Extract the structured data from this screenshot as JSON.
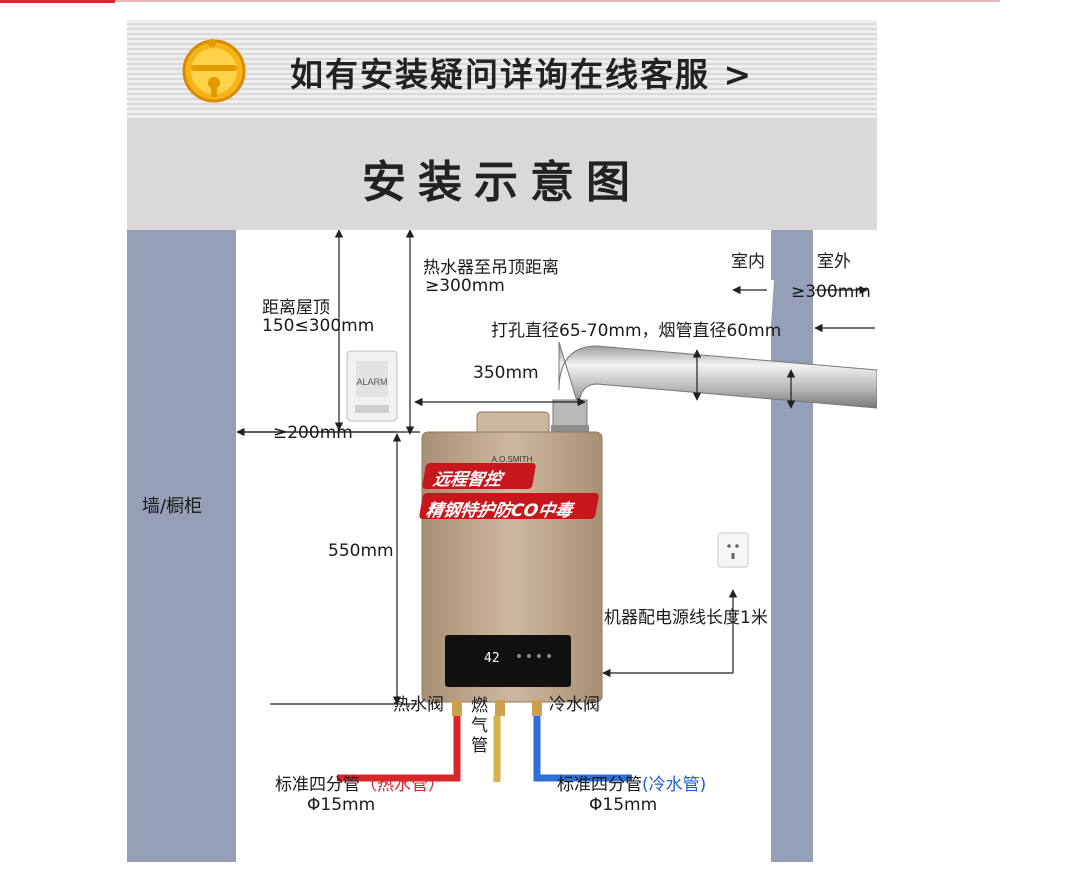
{
  "banner": {
    "service_text": "如有安装疑问详询在线客服 >"
  },
  "title": "安装示意图",
  "wall": {
    "label": "墙/橱柜"
  },
  "labels": {
    "ceiling_distance_heading": "热水器至吊顶距离",
    "ceiling_distance_value": "≥300mm",
    "roof_distance_heading": "距离屋顶",
    "roof_distance_value": "150≤300mm",
    "side_distance": "≥200mm",
    "flue_offset": "350mm",
    "height": "550mm",
    "indoor": "室内",
    "outdoor": "室外",
    "outdoor_distance": "≥300mm",
    "hole_spec": "打孔直径65-70mm，烟管直径60mm",
    "power_cord": "机器配电源线长度1米",
    "hot_valve": "热水阀",
    "gas_pipe": "燃\n气\n管",
    "cold_valve": "冷水阀",
    "hot_pipe_prefix": "标准四分管",
    "hot_pipe_suffix": "（热水管）",
    "hot_pipe_diameter": "Φ15mm",
    "cold_pipe_prefix": "标准四分管",
    "cold_pipe_suffix": "(冷水管)",
    "cold_pipe_diameter": "Φ15mm"
  },
  "product": {
    "brand": "A.O.SMITH",
    "badge_line1": "远程智控",
    "badge_line2": "精钢特护防CO中毒",
    "display_temp": "42"
  },
  "colors": {
    "wall": "#95a0b8",
    "hot_pipe": "#d8262b",
    "cold_pipe": "#2f6fd6",
    "gas_pipe": "#d6b24a",
    "heater_body": "#bfa88d"
  }
}
